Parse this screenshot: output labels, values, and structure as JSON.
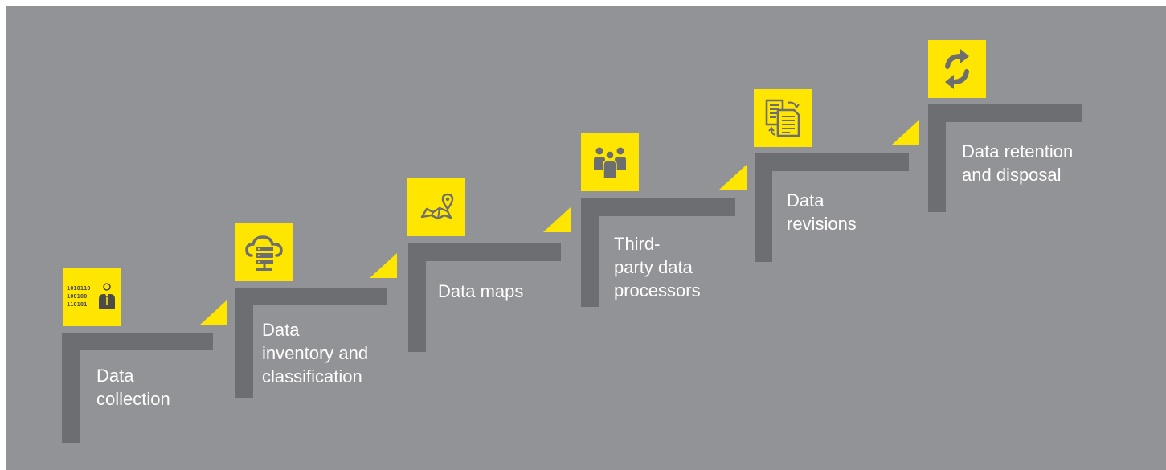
{
  "colors": {
    "background": "#929396",
    "step": "#6d6e71",
    "accent": "#ffe600",
    "icon": "#6d6e71",
    "text": "#ffffff"
  },
  "steps": [
    {
      "lines": [
        "Data",
        "collection"
      ],
      "icon": "binary-person-icon",
      "binary": [
        "1010110",
        "100100",
        "110101"
      ]
    },
    {
      "lines": [
        "Data",
        "inventory and",
        "classification"
      ],
      "icon": "cloud-server-icon"
    },
    {
      "lines": [
        "Data maps"
      ],
      "icon": "map-pin-icon"
    },
    {
      "lines": [
        "Third-",
        "party data",
        "processors"
      ],
      "icon": "people-group-icon"
    },
    {
      "lines": [
        "Data",
        "revisions"
      ],
      "icon": "document-revision-icon"
    },
    {
      "lines": [
        "Data retention",
        "and disposal"
      ],
      "icon": "sync-arrows-icon"
    }
  ]
}
